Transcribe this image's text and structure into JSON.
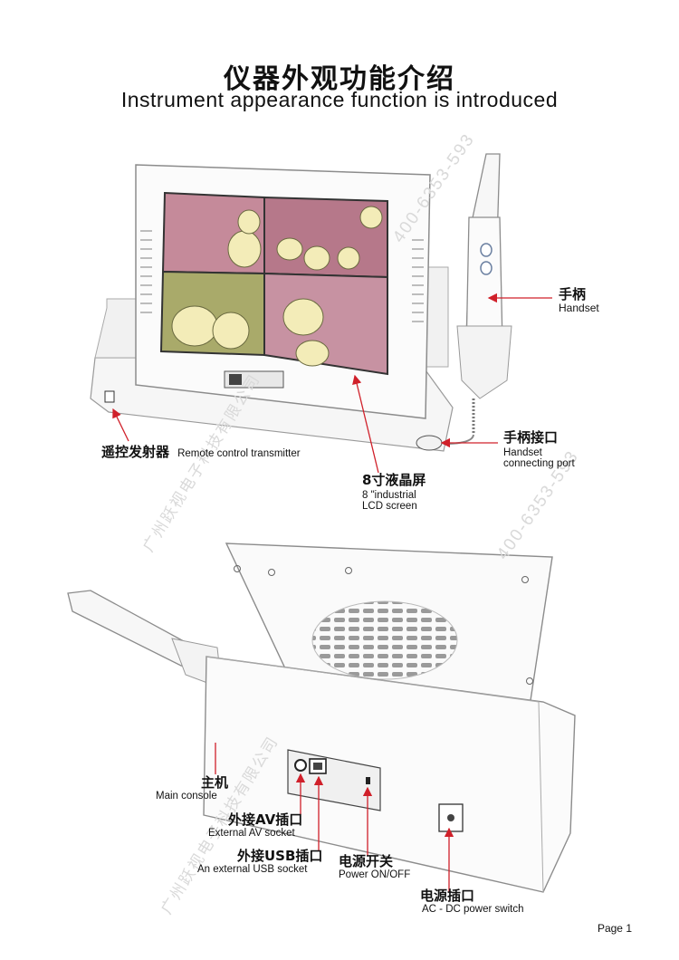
{
  "header": {
    "title_cn": "仪器外观功能介绍",
    "title_en": "Instrument appearance function is introduced"
  },
  "top_labels": {
    "handset_cn": "手柄",
    "handset_en": "Handset",
    "port_cn": "手柄接口",
    "port_en_1": "Handset",
    "port_en_2": "connecting port",
    "remote_cn": "遥控发射器",
    "remote_en": "Remote control transmitter",
    "lcd_cn": "8寸液晶屏",
    "lcd_en_1": "8 \"industrial",
    "lcd_en_2": "LCD screen"
  },
  "bottom_labels": {
    "console_cn": "主机",
    "console_en": "Main  console",
    "av_cn": "外接AV插口",
    "av_en": "External AV socket",
    "usb_cn": "外接USB插口",
    "usb_en": "An external USB socket",
    "power_cn": "电源开关",
    "power_en": "Power ON/OFF",
    "socket_cn": "电源插口",
    "socket_en": "AC - DC power switch"
  },
  "watermarks": [
    "400-6353-593",
    "广州跃视电子科技有限公司",
    "400-6353-593",
    "广州跃视电子科技有限公司"
  ],
  "footer": {
    "page": "Page 1"
  },
  "colors": {
    "arrow": "#d0202a",
    "line": "#8a8a8a"
  }
}
